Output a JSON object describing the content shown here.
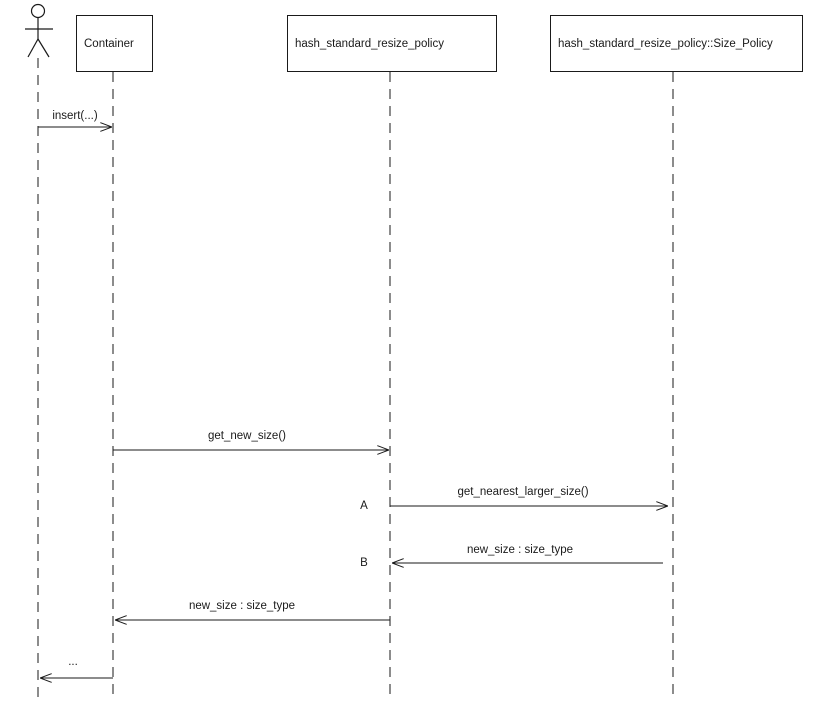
{
  "diagram": {
    "type": "uml-sequence-diagram",
    "background_color": "#ffffff",
    "line_color": "#1a1a1a",
    "actor": {
      "name": "user-actor",
      "label": ""
    },
    "participants": [
      {
        "label": "Container"
      },
      {
        "label": "hash_standard_resize_policy"
      },
      {
        "label": "hash_standard_resize_policy::Size_Policy"
      }
    ],
    "messages": [
      {
        "label": "insert(...)",
        "from": "actor",
        "to": "Container",
        "direction": "right",
        "marker": ""
      },
      {
        "label": "get_new_size()",
        "from": "Container",
        "to": "hash_standard_resize_policy",
        "direction": "right",
        "marker": ""
      },
      {
        "label": "get_nearest_larger_size()",
        "from": "hash_standard_resize_policy",
        "to": "hash_standard_resize_policy::Size_Policy",
        "direction": "right",
        "marker": "A"
      },
      {
        "label": "new_size : size_type",
        "from": "hash_standard_resize_policy::Size_Policy",
        "to": "hash_standard_resize_policy",
        "direction": "left",
        "marker": "B"
      },
      {
        "label": "new_size : size_type",
        "from": "hash_standard_resize_policy",
        "to": "Container",
        "direction": "left",
        "marker": ""
      },
      {
        "label": "...",
        "from": "Container",
        "to": "actor",
        "direction": "left",
        "marker": ""
      }
    ]
  }
}
